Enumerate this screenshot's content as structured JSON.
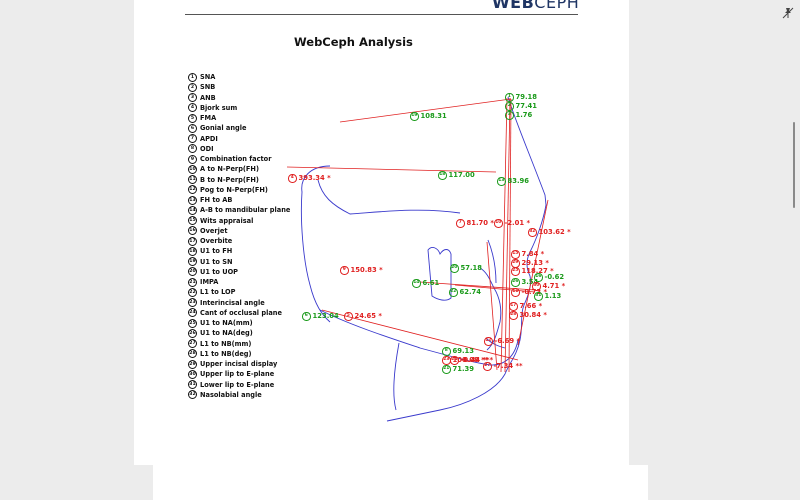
{
  "header": {
    "logo_bold": "WEB",
    "logo_light": "CEPH"
  },
  "analysis": {
    "title": "WebCeph Analysis"
  },
  "legend": [
    {
      "n": "1",
      "label": "SNA"
    },
    {
      "n": "2",
      "label": "SNB"
    },
    {
      "n": "3",
      "label": "ANB"
    },
    {
      "n": "4",
      "label": "Bjork sum"
    },
    {
      "n": "5",
      "label": "FMA"
    },
    {
      "n": "6",
      "label": "Gonial angle"
    },
    {
      "n": "7",
      "label": "APDI"
    },
    {
      "n": "8",
      "label": "ODI"
    },
    {
      "n": "9",
      "label": "Combination factor"
    },
    {
      "n": "10",
      "label": "A to N-Perp(FH)"
    },
    {
      "n": "11",
      "label": "B to N-Perp(FH)"
    },
    {
      "n": "12",
      "label": "Pog to N-Perp(FH)"
    },
    {
      "n": "13",
      "label": "FH to AB"
    },
    {
      "n": "14",
      "label": "A-B to mandibular plane"
    },
    {
      "n": "15",
      "label": "Wits appraisal"
    },
    {
      "n": "16",
      "label": "Overjet"
    },
    {
      "n": "17",
      "label": "Overbite"
    },
    {
      "n": "18",
      "label": "U1 to FH"
    },
    {
      "n": "19",
      "label": "U1 to SN"
    },
    {
      "n": "20",
      "label": "U1 to UOP"
    },
    {
      "n": "21",
      "label": "IMPA"
    },
    {
      "n": "22",
      "label": "L1 to LOP"
    },
    {
      "n": "23",
      "label": "Interincisal angle"
    },
    {
      "n": "24",
      "label": "Cant of occlusal plane"
    },
    {
      "n": "25",
      "label": "U1 to NA(mm)"
    },
    {
      "n": "26",
      "label": "U1 to NA(deg)"
    },
    {
      "n": "27",
      "label": "L1 to NB(mm)"
    },
    {
      "n": "28",
      "label": "L1 to NB(deg)"
    },
    {
      "n": "29",
      "label": "Upper incisal display"
    },
    {
      "n": "30",
      "label": "Upper lip to E-plane"
    },
    {
      "n": "31",
      "label": "Lower lip to E-plane"
    },
    {
      "n": "32",
      "label": "Nasolabial angle"
    }
  ],
  "measurements": [
    {
      "n": "1",
      "value": "79.18",
      "color": "#1a9a1a"
    },
    {
      "n": "2",
      "value": "77.41",
      "color": "#1a9a1a"
    },
    {
      "n": "3",
      "value": "1.76",
      "color": "#1a9a1a"
    },
    {
      "n": "19",
      "value": "108.31",
      "color": "#1a9a1a"
    },
    {
      "n": "4",
      "value": "393.34 *",
      "color": "#e02020"
    },
    {
      "n": "18",
      "value": "117.00",
      "color": "#1a9a1a"
    },
    {
      "n": "13",
      "value": "83.96",
      "color": "#1a9a1a"
    },
    {
      "n": "7",
      "value": "81.70 *",
      "color": "#e02020"
    },
    {
      "n": "10",
      "value": "-2.01 *",
      "color": "#e02020"
    },
    {
      "n": "32",
      "value": "103.62 *",
      "color": "#e02020"
    },
    {
      "n": "15",
      "value": "7.84 *",
      "color": "#e02020"
    },
    {
      "n": "29",
      "value": "29.13 *",
      "color": "#e02020"
    },
    {
      "n": "9",
      "value": "150.83 *",
      "color": "#e02020"
    },
    {
      "n": "20",
      "value": "57.18",
      "color": "#1a9a1a"
    },
    {
      "n": "25",
      "value": "118.27 *",
      "color": "#e02020"
    },
    {
      "n": "16",
      "value": "-0.62",
      "color": "#1a9a1a"
    },
    {
      "n": "14",
      "value": "6.61",
      "color": "#1a9a1a"
    },
    {
      "n": "26",
      "value": "3.54",
      "color": "#1a9a1a"
    },
    {
      "n": "30",
      "value": "4.71 *",
      "color": "#e02020"
    },
    {
      "n": "22",
      "value": "62.74",
      "color": "#1a9a1a"
    },
    {
      "n": "11",
      "value": "-0.73 *",
      "color": "#e02020"
    },
    {
      "n": "31",
      "value": "1.13",
      "color": "#1a9a1a"
    },
    {
      "n": "6",
      "value": "123.04",
      "color": "#1a9a1a"
    },
    {
      "n": "5",
      "value": "24.65 *",
      "color": "#e02020"
    },
    {
      "n": "17",
      "value": "7.66 *",
      "color": "#e02020"
    },
    {
      "n": "28",
      "value": "30.84 *",
      "color": "#e02020"
    },
    {
      "n": "12",
      "value": "-6.69 *",
      "color": "#e02020"
    },
    {
      "n": "8",
      "value": "69.13",
      "color": "#1a9a1a"
    },
    {
      "n": "23",
      "value": "100.08 **",
      "color": "#e02020"
    },
    {
      "n": "24",
      "value": "-0.44 ***",
      "color": "#e02020"
    },
    {
      "n": "21",
      "value": "71.39",
      "color": "#1a9a1a"
    },
    {
      "n": "27",
      "value": "-7.34 **",
      "color": "#e02020"
    }
  ],
  "colors": {
    "tracing": "#3a3acc",
    "lines": "#e02020",
    "normal": "#1a9a1a",
    "abnormal": "#e02020"
  },
  "icons": {
    "corner_control": "pin-off-icon"
  }
}
